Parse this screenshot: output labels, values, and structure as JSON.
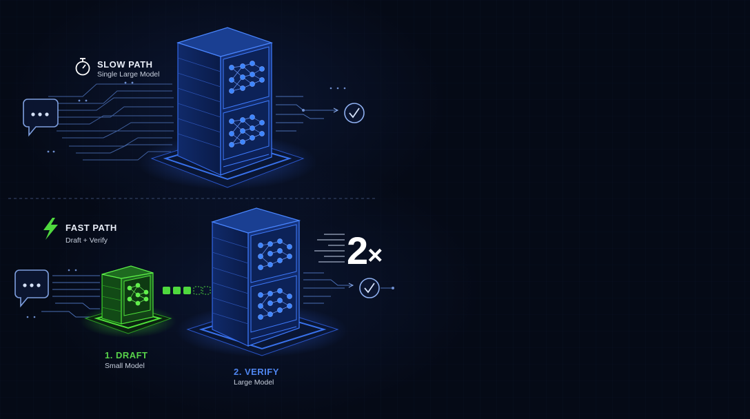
{
  "slow_path": {
    "title": "SLOW PATH",
    "subtitle": "Single Large Model"
  },
  "fast_path": {
    "title": "FAST PATH",
    "subtitle": "Draft + Verify",
    "speedup": "2",
    "speedup_suffix": "×"
  },
  "draft": {
    "step": "1. DRAFT",
    "model": "Small Model"
  },
  "verify": {
    "step": "2. VERIFY",
    "model": "Large Model"
  },
  "colors": {
    "background": "#050a16",
    "large_model_blue": "#3a6ee8",
    "small_model_green": "#4fd83e",
    "text": "#e6ebf5"
  },
  "icons": {
    "slow": "stopwatch-icon",
    "fast": "lightning-bolt-icon",
    "input": "chat-bubble-icon",
    "output": "checkmark-circle-icon"
  }
}
